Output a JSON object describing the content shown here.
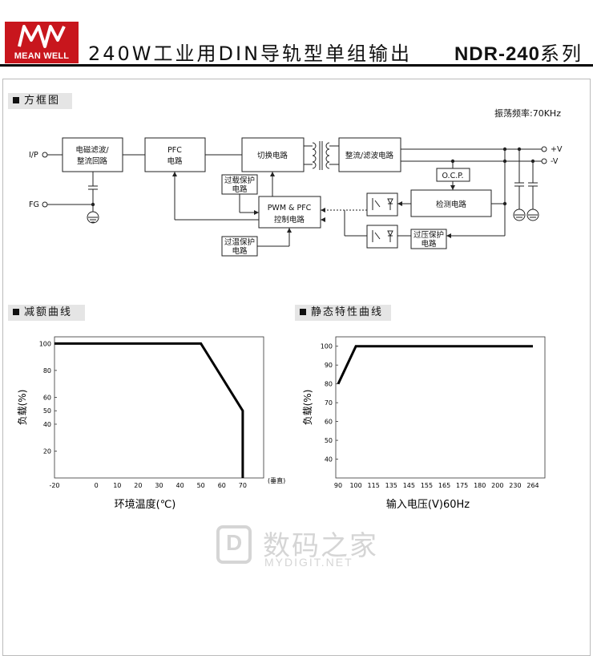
{
  "header": {
    "logo_text": "MEAN WELL",
    "title": "240W工业用DIN导轨型单组输出",
    "series_model": "NDR-240",
    "series_suffix": "系列"
  },
  "block_diagram": {
    "section_title": "方框图",
    "switching_freq": "振荡频率:70KHz",
    "labels": {
      "ip": "I/P",
      "fg": "FG",
      "emi1": "电磁滤波/",
      "emi2": "整流回路",
      "pfc1": "PFC",
      "pfc2": "电路",
      "sw": "切换电路",
      "rect": "整流/滤波电路",
      "ocp": "O.C.P.",
      "detect": "检测电路",
      "olp1": "过载保护",
      "olp2": "电路",
      "pwm1": "PWM & PFC",
      "pwm2": "控制电路",
      "otp1": "过温保护",
      "otp2": "电路",
      "ovp1": "过压保护",
      "ovp2": "电路",
      "vplus": "+V",
      "vminus": "-V"
    }
  },
  "derating": {
    "section_title": "减额曲线",
    "xlabel": "环境温度(℃)",
    "ylabel": "负载(%)",
    "vertical_note": "(垂直)",
    "chart_data": {
      "type": "line",
      "x_ticks": [
        "-20",
        "0",
        "10",
        "20",
        "30",
        "40",
        "50",
        "60",
        "70"
      ],
      "y_ticks": [
        "100",
        "80",
        "60",
        "50",
        "40",
        "20"
      ],
      "xlim": [
        -20,
        80
      ],
      "ylim": [
        0,
        105
      ],
      "series": [
        {
          "x": [
            -20,
            50,
            70,
            70
          ],
          "y": [
            100,
            100,
            50,
            0
          ]
        }
      ]
    }
  },
  "static": {
    "section_title": "静态特性曲线",
    "xlabel": "输入电压(V)60Hz",
    "ylabel": "负载(%)",
    "chart_data": {
      "type": "line",
      "x_ticks": [
        "90",
        "100",
        "115",
        "135",
        "145",
        "155",
        "165",
        "175",
        "180",
        "200",
        "230",
        "264"
      ],
      "y_ticks": [
        "100",
        "90",
        "80",
        "70",
        "60",
        "50",
        "40"
      ],
      "ylim": [
        30,
        105
      ],
      "series": [
        {
          "x": [
            90,
            100,
            264
          ],
          "y": [
            80,
            100,
            100
          ]
        }
      ]
    }
  },
  "watermark": {
    "cn": "数码之家",
    "en": "MYDIGIT.NET"
  }
}
